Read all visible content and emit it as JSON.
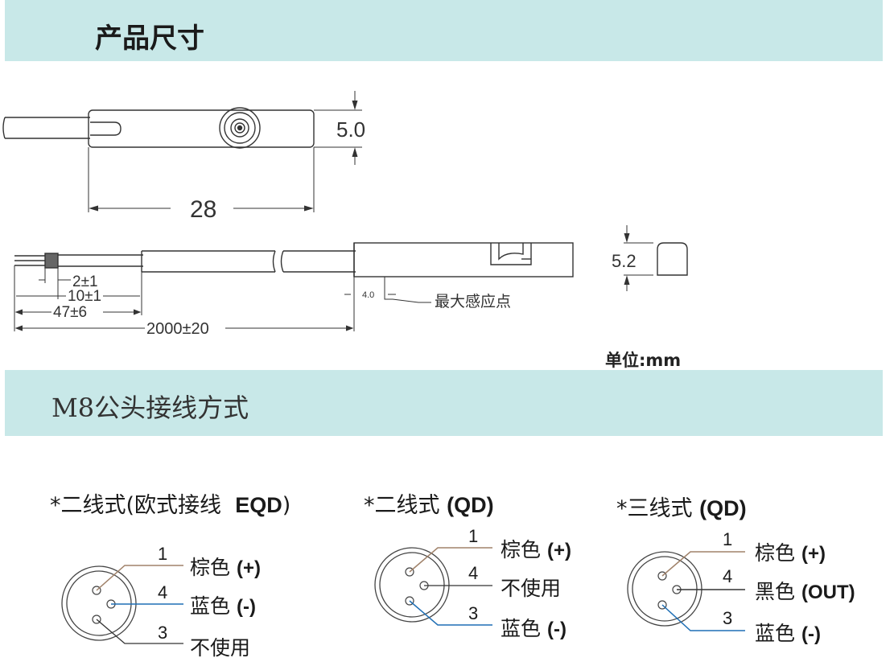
{
  "sections": {
    "dimensions_title": "产品尺寸",
    "wiring_title": "M8公头接线方式"
  },
  "dimensions": {
    "top_view": {
      "length": "28",
      "height": "5.0"
    },
    "side_view": {
      "strip_1": "2±1",
      "strip_2": "10±1",
      "strip_3": "47±6",
      "cable_length": "2000±20",
      "sense_offset": "4.0",
      "sense_label": "最大感应点"
    },
    "end_view": {
      "height": "5.2"
    },
    "unit_label": "单位:mm"
  },
  "wiring": [
    {
      "heading_prefix": "*二线式(欧式接线",
      "heading_code": "EQD",
      "heading_suffix": ")",
      "pins": [
        {
          "num": "1",
          "color": "棕色",
          "signal": "(+)"
        },
        {
          "num": "4",
          "color": "蓝色",
          "signal": "(-)"
        },
        {
          "num": "3",
          "color": "不使用",
          "signal": ""
        }
      ]
    },
    {
      "heading_prefix": "*二线式",
      "heading_code": "(QD)",
      "heading_suffix": "",
      "pins": [
        {
          "num": "1",
          "color": "棕色",
          "signal": "(+)"
        },
        {
          "num": "4",
          "color": "不使用",
          "signal": ""
        },
        {
          "num": "3",
          "color": "蓝色",
          "signal": "(-)"
        }
      ]
    },
    {
      "heading_prefix": "*三线式",
      "heading_code": "(QD)",
      "heading_suffix": "",
      "pins": [
        {
          "num": "1",
          "color": "棕色",
          "signal": "(+)"
        },
        {
          "num": "4",
          "color": "黑色",
          "signal": "(OUT)"
        },
        {
          "num": "3",
          "color": "蓝色",
          "signal": "(-)"
        }
      ]
    }
  ],
  "colors": {
    "banner": "#c8e8e8",
    "brown_wire": "#a0826a",
    "blue_wire": "#1f6fb5",
    "black_wire": "#333333"
  }
}
